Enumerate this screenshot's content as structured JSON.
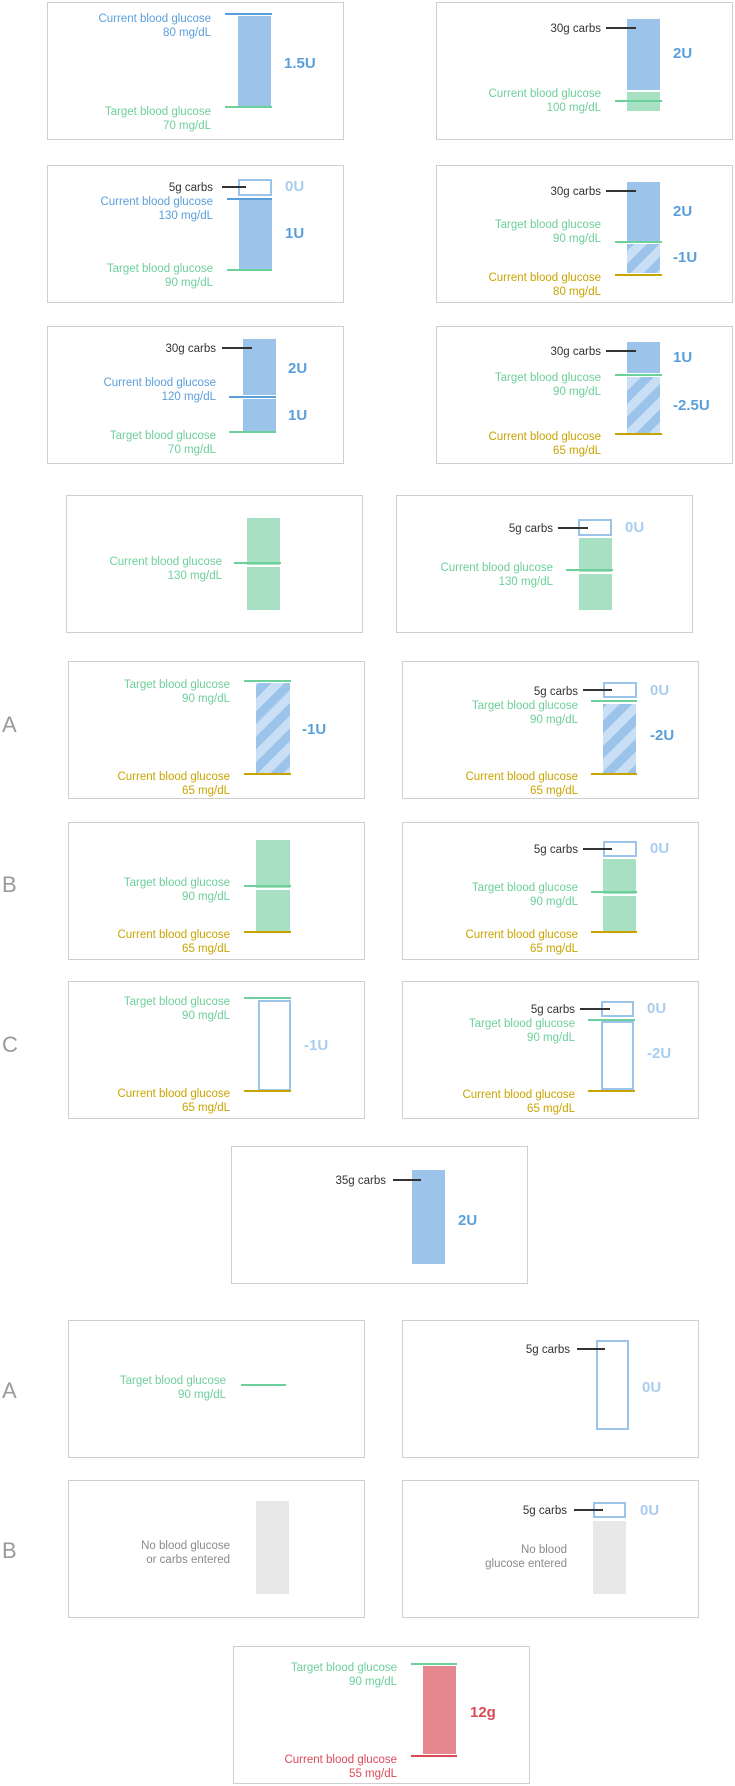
{
  "colors": {
    "blue": "#9cc4ea",
    "blue_text": "#5a9fdb",
    "blue_pale_text": "#a9cdef",
    "green": "#a8e0c4",
    "green_text": "#6dcf9a",
    "gold_text": "#c9a400",
    "red": "#e6878f",
    "red_text": "#d94a57",
    "gray_block": "#e8e8e8",
    "gray_text": "#8a8a8a",
    "dark_text": "#333333",
    "border": "#cfcfcf"
  },
  "texts": {
    "cbg": "Current blood glucose",
    "tbg": "Target blood glucose",
    "mg80": "80 mg/dL",
    "mg70": "70 mg/dL",
    "mg100": "100 mg/dL",
    "mg130": "130 mg/dL",
    "mg90": "90 mg/dL",
    "mg120": "120 mg/dL",
    "mg65": "65 mg/dL",
    "mg55": "55 mg/dL",
    "c30": "30g carbs",
    "c5": "5g carbs",
    "c35": "35g carbs",
    "u15": "1.5U",
    "u2": "2U",
    "u0": "0U",
    "u1": "1U",
    "um1": "-1U",
    "um2": "-2U",
    "um25": "-2.5U",
    "g12": "12g",
    "nobg1": "No blood glucose",
    "nobg2": "or carbs entered",
    "nobgA": "No blood",
    "nobgB": "glucose entered"
  },
  "side_labels": {
    "a1": "A",
    "b1": "B",
    "c1": "C",
    "a2": "A",
    "b2": "B"
  }
}
